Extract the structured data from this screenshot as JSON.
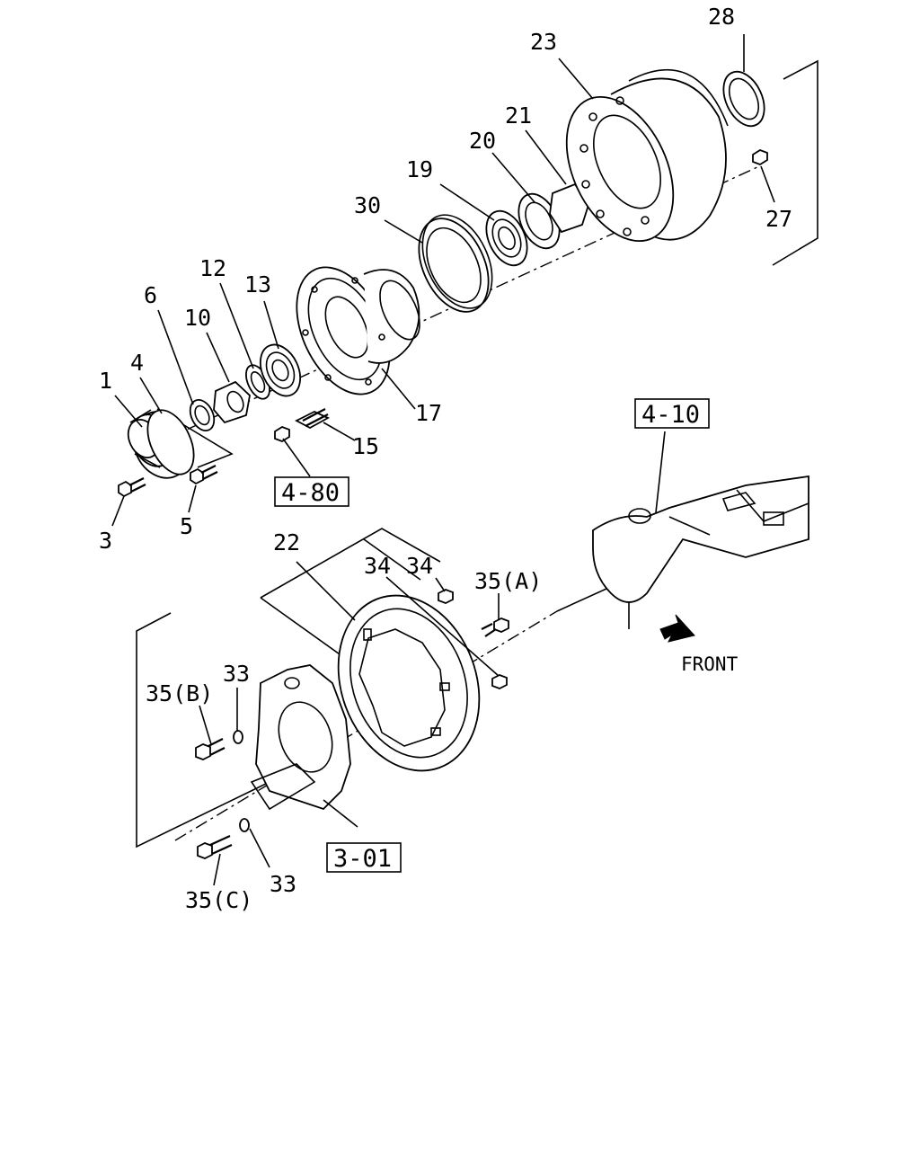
{
  "callouts": {
    "c1": "1",
    "c3": "3",
    "c4": "4",
    "c5": "5",
    "c6": "6",
    "c10": "10",
    "c12": "12",
    "c13": "13",
    "c15": "15",
    "c17": "17",
    "c19": "19",
    "c20": "20",
    "c21": "21",
    "c22": "22",
    "c23": "23",
    "c27": "27",
    "c28": "28",
    "c30": "30",
    "c33a": "33",
    "c33b": "33",
    "c34a": "34",
    "c34b": "34",
    "c35a": "35(A)",
    "c35b": "35(B)",
    "c35c": "35(C)"
  },
  "references": {
    "r480": "4-80",
    "r410": "4-10",
    "r301": "3-01"
  },
  "direction": {
    "label": "FRONT",
    "icon": "arrow-icon"
  }
}
